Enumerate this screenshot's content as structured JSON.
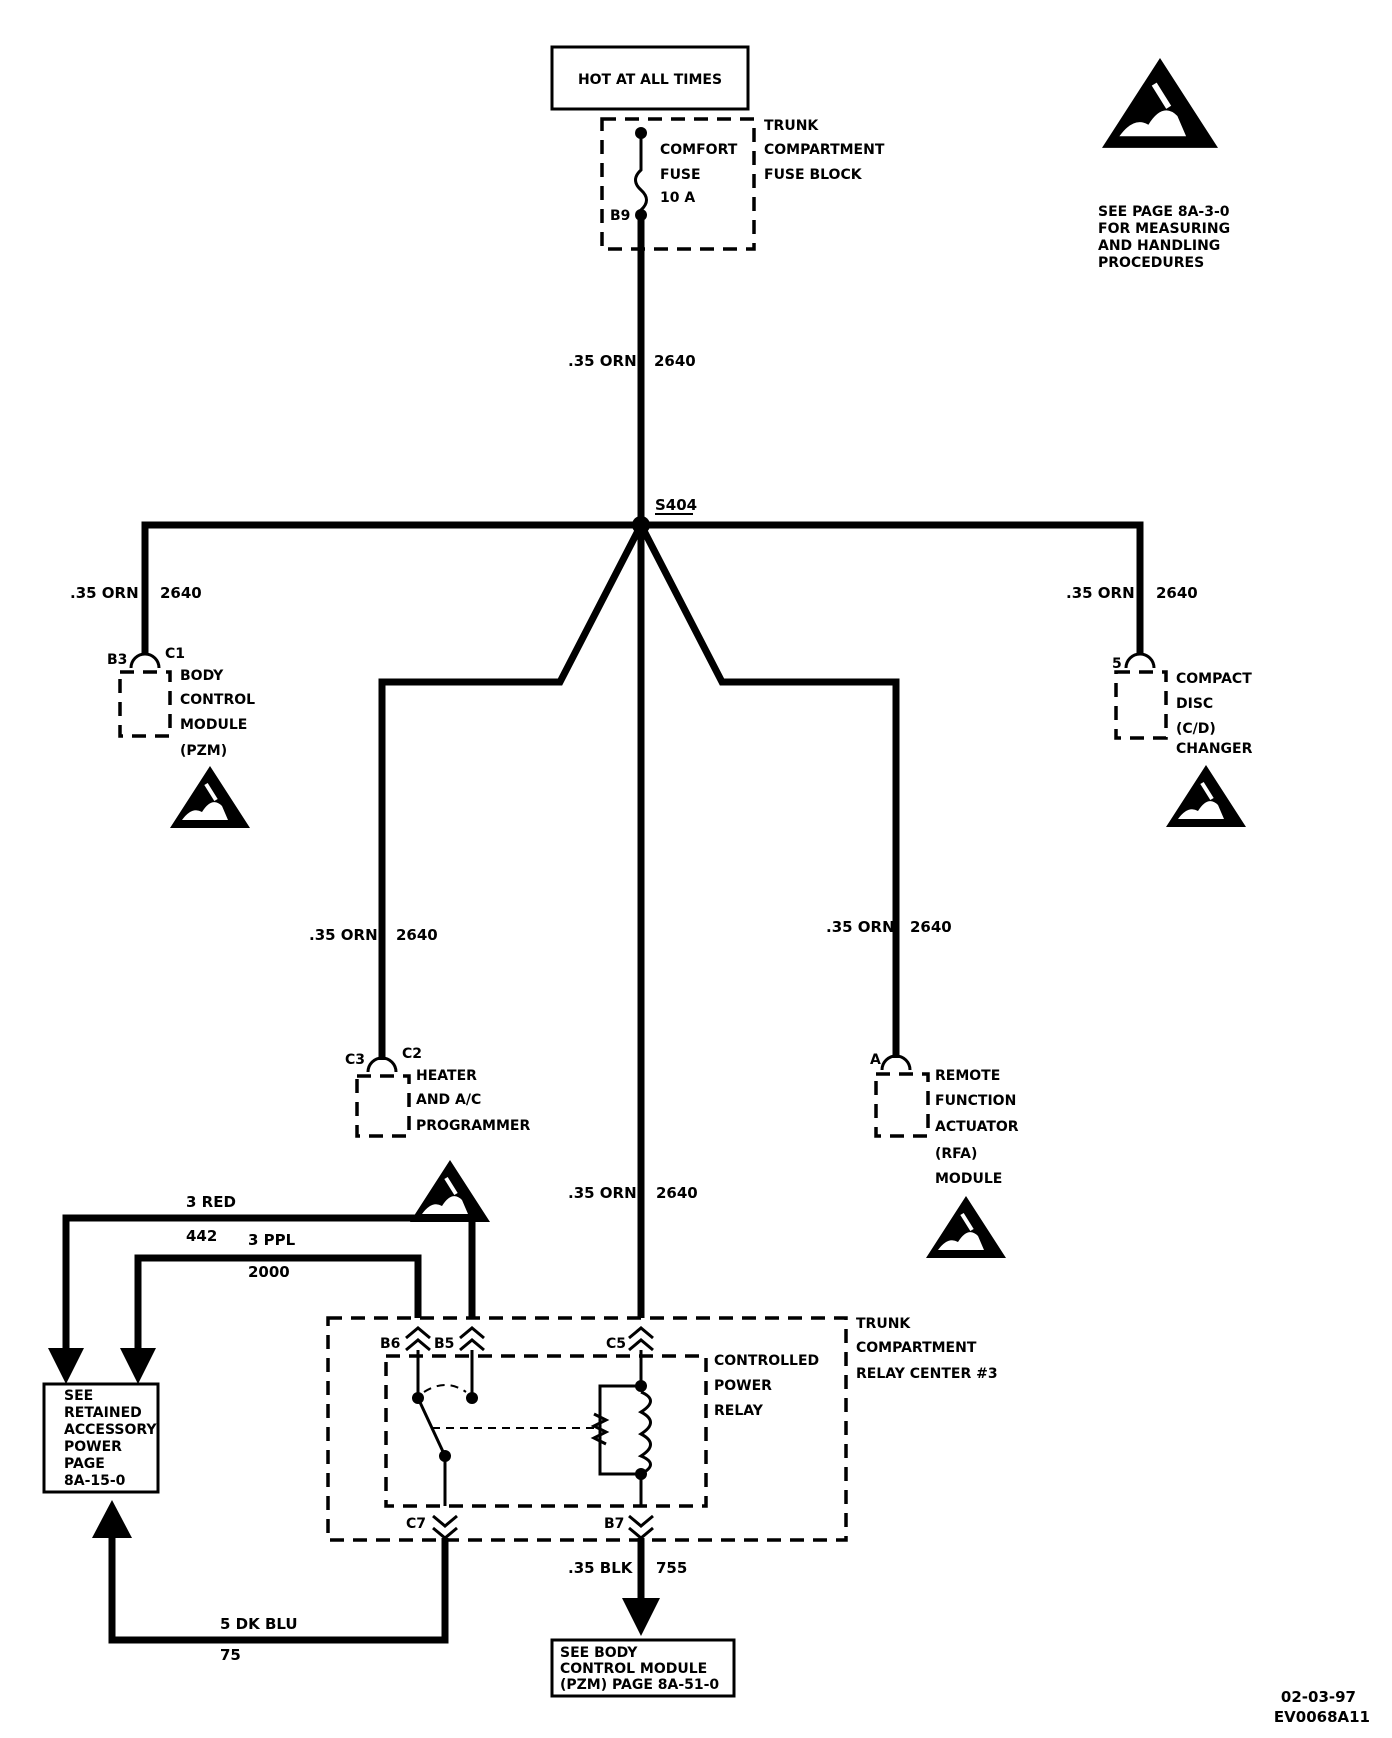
{
  "header": {
    "hot_label": "HOT AT ALL TIMES"
  },
  "fuse_block": {
    "name_lines": [
      "TRUNK",
      "COMPARTMENT",
      "FUSE BLOCK"
    ],
    "fuse_lines": [
      "COMFORT",
      "FUSE",
      "10 A"
    ],
    "pin": "B9"
  },
  "esd_note": [
    "SEE PAGE 8A-3-0",
    "FOR MEASURING",
    "AND HANDLING",
    "PROCEDURES"
  ],
  "wires": {
    "feed": {
      "gauge": ".35 ORN",
      "circuit": "2640"
    },
    "bcm": {
      "gauge": ".35 ORN",
      "circuit": "2640"
    },
    "cd": {
      "gauge": ".35 ORN",
      "circuit": "2640"
    },
    "hvac": {
      "gauge": ".35 ORN",
      "circuit": "2640"
    },
    "rfa": {
      "gauge": ".35 ORN",
      "circuit": "2640"
    },
    "relay": {
      "gauge": ".35 ORN",
      "circuit": "2640"
    },
    "red": {
      "gauge": "3 RED",
      "circuit": "442"
    },
    "ppl": {
      "gauge": "3 PPL",
      "circuit": "2000"
    },
    "blu": {
      "gauge": "5 DK BLU",
      "circuit": "75"
    },
    "blk": {
      "gauge": ".35 BLK",
      "circuit": "755"
    }
  },
  "splice": "S404",
  "components": {
    "bcm": {
      "pin": "B3",
      "connector": "C1",
      "lines": [
        "BODY",
        "CONTROL",
        "MODULE",
        "(PZM)"
      ]
    },
    "cd": {
      "pin": "5",
      "lines": [
        "COMPACT",
        "DISC",
        "(C/D)",
        "CHANGER"
      ]
    },
    "hvac": {
      "pin": "C3",
      "connector": "C2",
      "lines": [
        "HEATER",
        "AND A/C",
        "PROGRAMMER"
      ]
    },
    "rfa": {
      "pin": "A",
      "lines": [
        "REMOTE",
        "FUNCTION",
        "ACTUATOR",
        "(RFA)",
        "MODULE"
      ]
    }
  },
  "relay_center": {
    "name_lines": [
      "TRUNK",
      "COMPARTMENT",
      "RELAY CENTER #3"
    ],
    "relay_lines": [
      "CONTROLLED",
      "POWER",
      "RELAY"
    ],
    "pins": {
      "b6": "B6",
      "b5": "B5",
      "c5": "C5",
      "c7": "C7",
      "b7": "B7"
    }
  },
  "refs": {
    "retained": [
      "SEE",
      "RETAINED",
      "ACCESSORY",
      "POWER",
      "PAGE",
      "8A-15-0"
    ],
    "bcm_ref": [
      "SEE BODY",
      "CONTROL MODULE",
      "(PZM) PAGE 8A-51-0"
    ]
  },
  "footer": {
    "date": "02-03-97",
    "code": "EV0068A11"
  }
}
